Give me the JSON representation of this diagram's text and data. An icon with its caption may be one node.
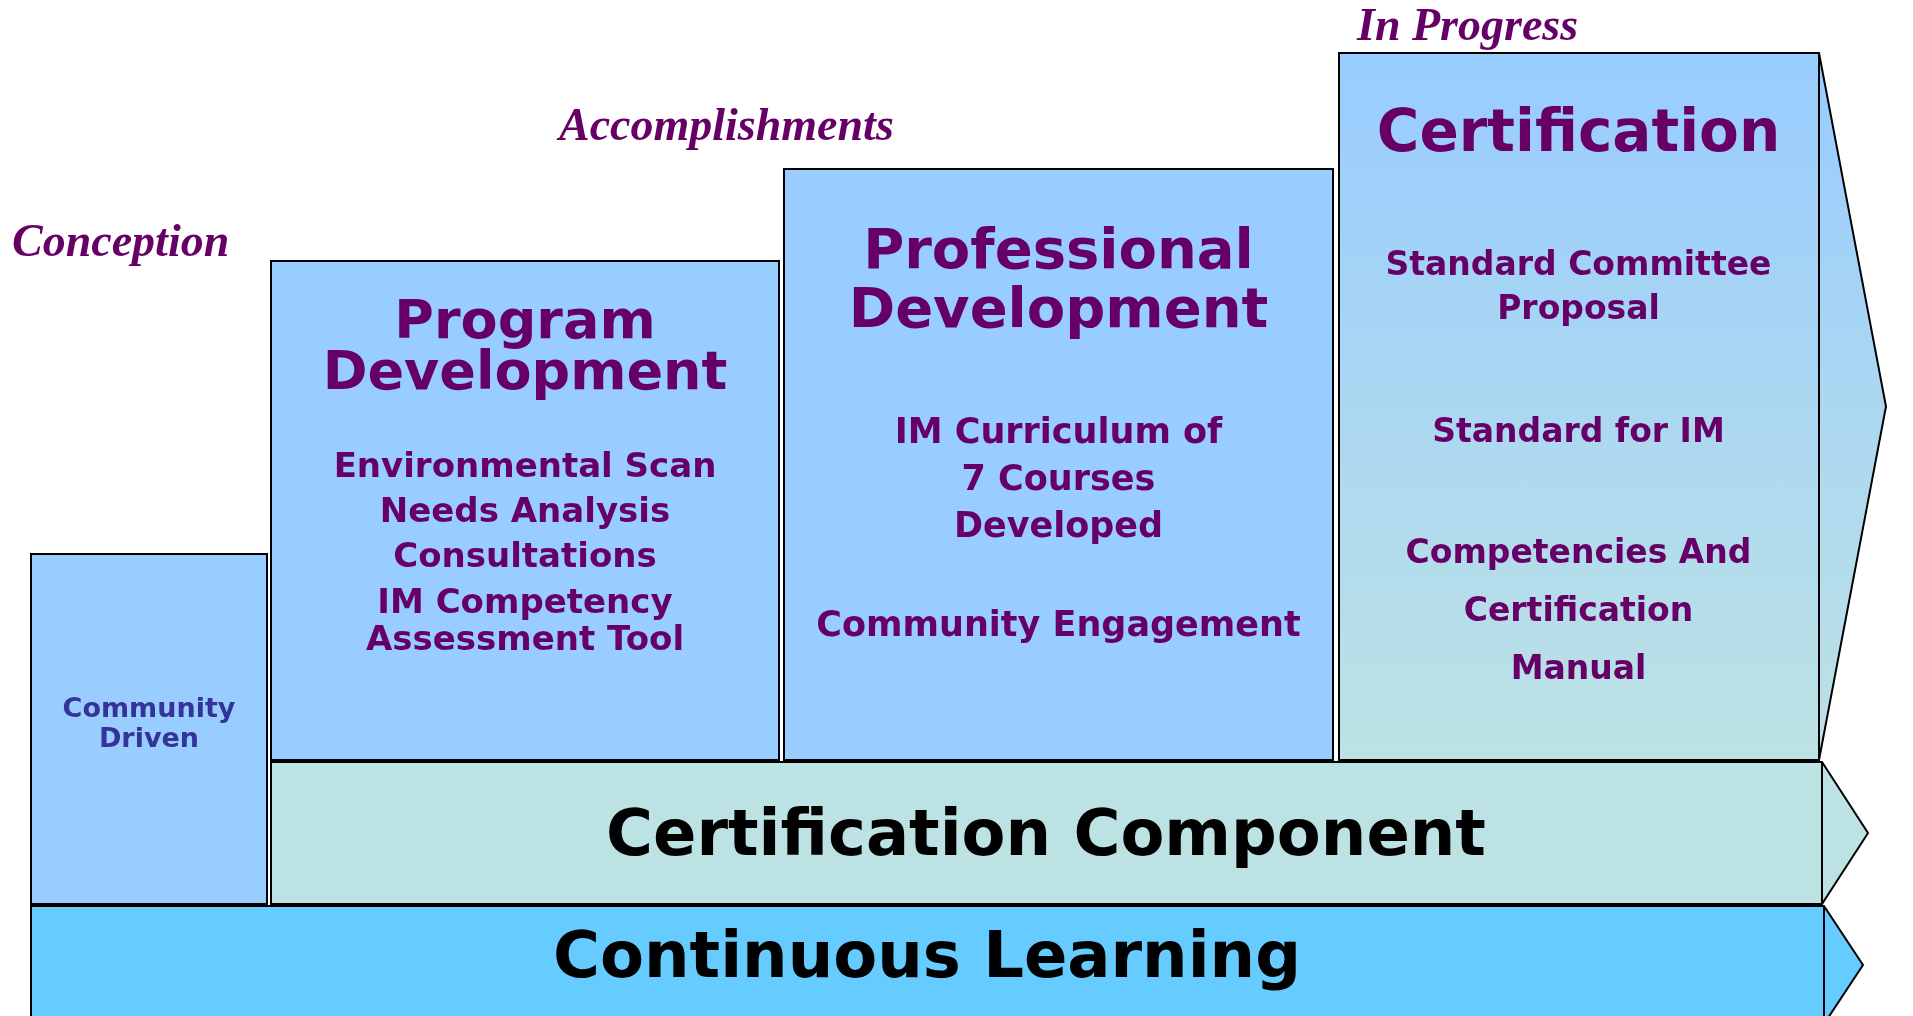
{
  "diagram": {
    "nodes": [
      {
        "text": [
          "Community Driven"
        ]
      },
      {
        "text": [
          "Program Development",
          "Environmental Scan",
          "Needs Analysis",
          "Consultations",
          "IM Competency Assessment Tool"
        ]
      },
      {
        "text": [
          "Professional Development",
          "IM Curriculum of 7 Courses Developed",
          "Community Engagement"
        ]
      },
      {
        "text": [
          "Certification",
          "Standard Committee Proposal",
          "Standard for IM",
          "Competencies And Certification Manual"
        ]
      },
      {
        "text": [
          "Certification Component"
        ]
      },
      {
        "text": [
          "Continuous Learning"
        ]
      }
    ],
    "edges": [],
    "labels": [
      "Conception",
      "Accomplishments",
      "In Progress"
    ]
  }
}
